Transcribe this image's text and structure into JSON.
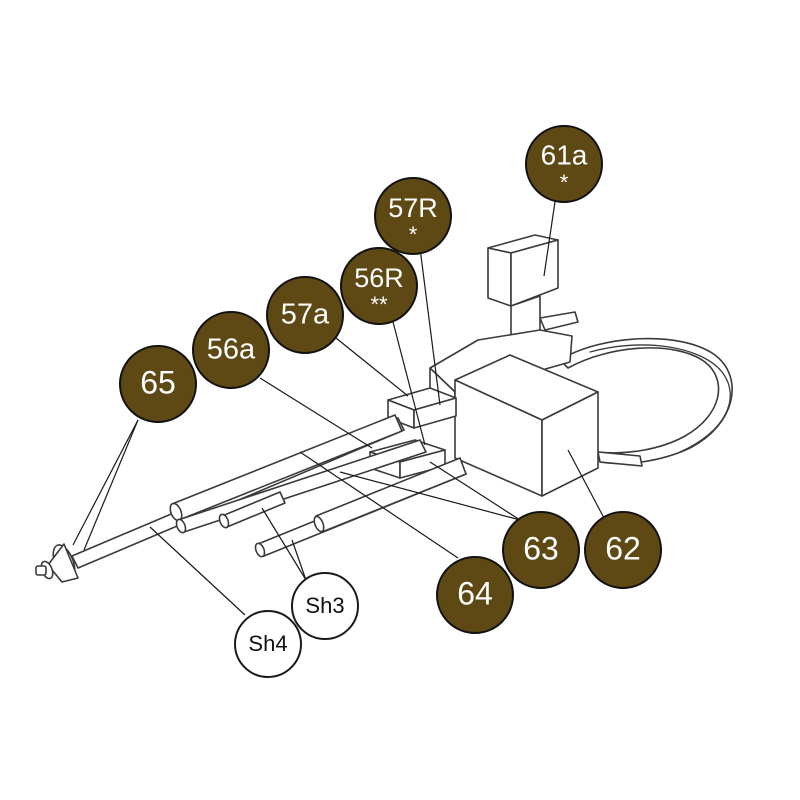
{
  "colors": {
    "callout_fill": "#5e4915",
    "callout_text": "#ffffff",
    "secondary_callout_fill": "#ffffff",
    "line": "#3a3a3a"
  },
  "callouts": {
    "c61a": {
      "line1": "61a",
      "line2": "*"
    },
    "c57R": {
      "line1": "57R",
      "line2": "*"
    },
    "c56R": {
      "line1": "56R",
      "line2": "**"
    },
    "c57a": {
      "line1": "57a"
    },
    "c56a": {
      "line1": "56a"
    },
    "c65": {
      "line1": "65"
    },
    "c63": {
      "line1": "63"
    },
    "c62": {
      "line1": "62"
    },
    "c64": {
      "line1": "64"
    },
    "sh3": {
      "line1": "Sh3"
    },
    "sh4": {
      "line1": "Sh4"
    }
  }
}
